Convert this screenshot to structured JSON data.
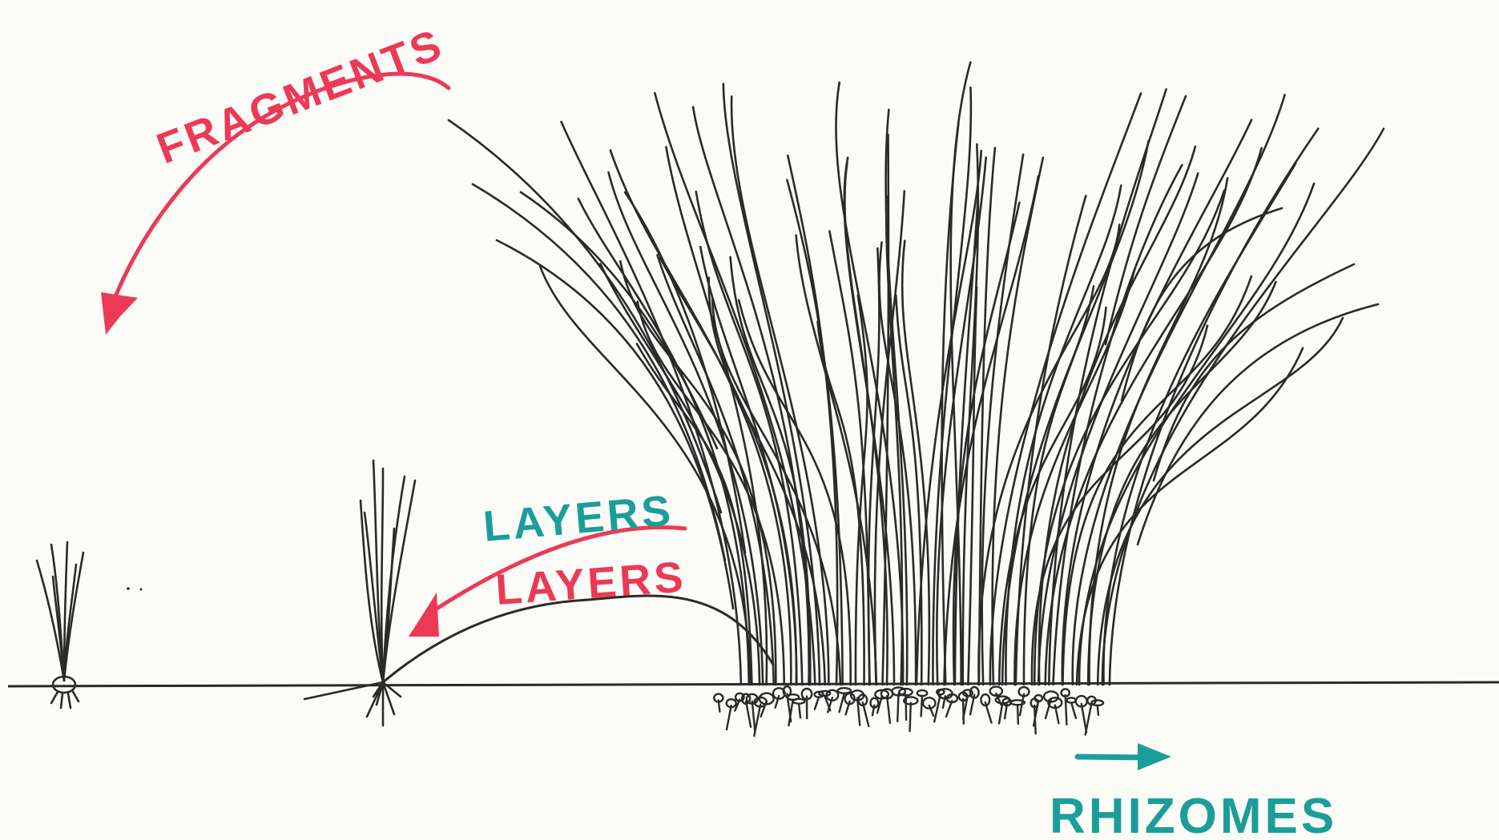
{
  "labels": {
    "fragments": "FRAGMENTS",
    "layers_top": "LAYERS",
    "layers_bottom": "LAYERS",
    "rhizomes": "RHIZOMES"
  },
  "colors": {
    "ink": "#2a2a2a",
    "red": "#ec3a56",
    "teal": "#1b9e9a",
    "paper": "#fbfbf8"
  }
}
